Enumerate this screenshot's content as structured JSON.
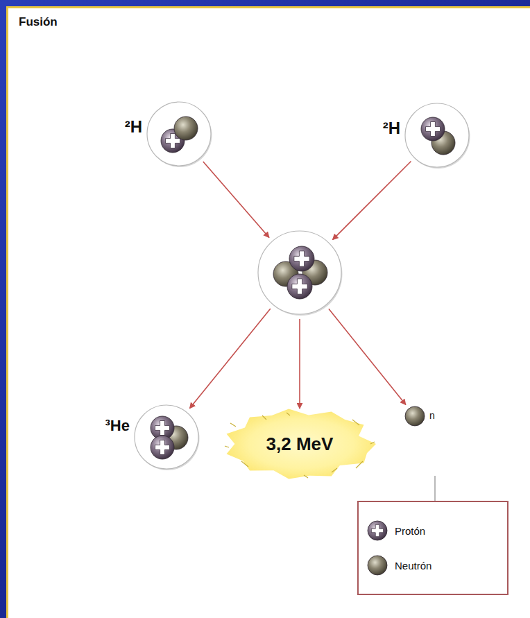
{
  "diagram": {
    "title": "Fusión",
    "nodes": [
      {
        "text": [
          "²H"
        ]
      },
      {
        "text": [
          "²H"
        ]
      },
      {
        "text": []
      },
      {
        "text": [
          "³He"
        ]
      },
      {
        "text": [
          "3,2 MeV"
        ]
      },
      {
        "text": [
          "n"
        ]
      }
    ],
    "edges": [
      {
        "from": 0,
        "to": 2,
        "arrow": "to"
      },
      {
        "from": 1,
        "to": 2,
        "arrow": "to"
      },
      {
        "from": 2,
        "to": 3,
        "arrow": "to"
      },
      {
        "from": 2,
        "to": 4,
        "arrow": "to"
      },
      {
        "from": 2,
        "to": 5,
        "arrow": "to"
      }
    ],
    "legend": [
      {
        "text": "Protón"
      },
      {
        "text": "Neutrón"
      }
    ]
  }
}
